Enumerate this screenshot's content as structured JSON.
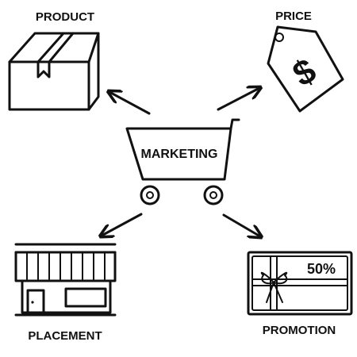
{
  "diagram": {
    "center_label": "MARKETING",
    "nodes": {
      "product": {
        "label": "PRODUCT",
        "icon": "box-icon"
      },
      "price": {
        "label": "PRICE",
        "icon": "price-tag-icon",
        "symbol": "$"
      },
      "placement": {
        "label": "PLACEMENT",
        "icon": "storefront-icon"
      },
      "promotion": {
        "label": "PROMOTION",
        "icon": "gift-card-icon",
        "badge": "50%"
      }
    },
    "center_icon": "shopping-cart-icon",
    "ink_color": "#111111"
  }
}
